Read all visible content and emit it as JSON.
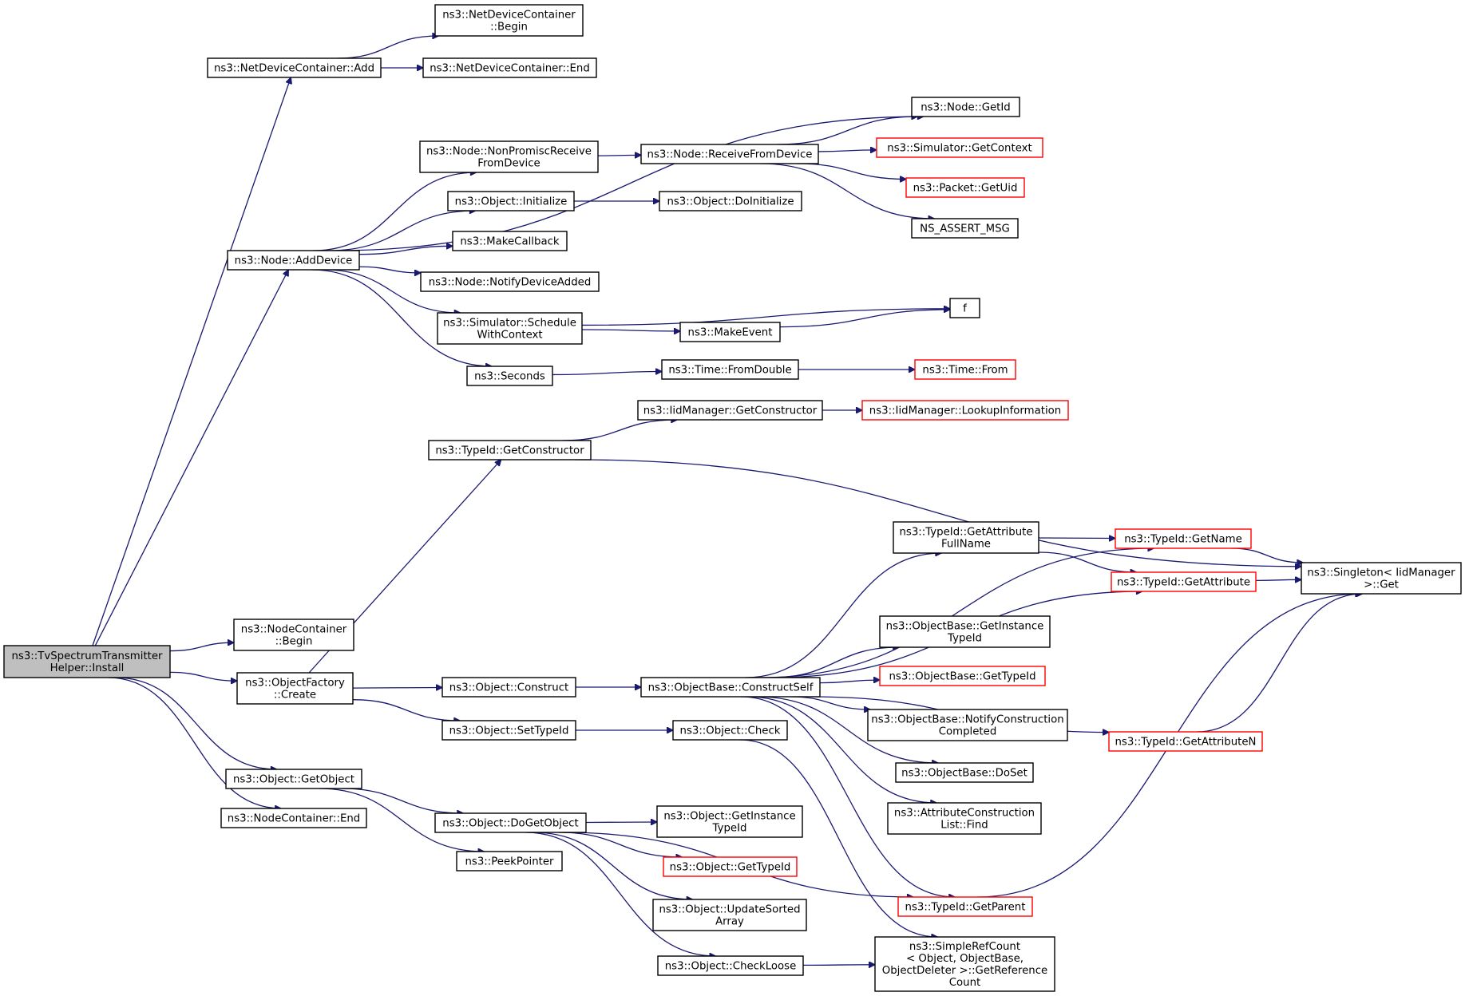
{
  "colors": {
    "edge": "#191970",
    "node_border": "#000000",
    "node_border_incomplete": "#ff0000",
    "root_fill": "#bfbfbf",
    "background": "#ffffff"
  },
  "nodes": {
    "root": {
      "lines": [
        "ns3::TvSpectrumTransmitter",
        "Helper::Install"
      ],
      "style": "root"
    },
    "ndcAdd": {
      "lines": [
        "ns3::NetDeviceContainer::Add"
      ]
    },
    "ndcBegin": {
      "lines": [
        "ns3::NetDeviceContainer",
        "::Begin"
      ]
    },
    "ndcEnd": {
      "lines": [
        "ns3::NetDeviceContainer::End"
      ]
    },
    "addDevice": {
      "lines": [
        "ns3::Node::AddDevice"
      ]
    },
    "nonPromisc": {
      "lines": [
        "ns3::Node::NonPromiscReceive",
        "FromDevice"
      ]
    },
    "receiveFrom": {
      "lines": [
        "ns3::Node::ReceiveFromDevice"
      ]
    },
    "getId": {
      "lines": [
        "ns3::Node::GetId"
      ]
    },
    "getContext": {
      "lines": [
        "ns3::Simulator::GetContext"
      ],
      "style": "red"
    },
    "getUid": {
      "lines": [
        "ns3::Packet::GetUid"
      ],
      "style": "red"
    },
    "assertMsg": {
      "lines": [
        "NS_ASSERT_MSG"
      ]
    },
    "initialize": {
      "lines": [
        "ns3::Object::Initialize"
      ]
    },
    "doInitialize": {
      "lines": [
        "ns3::Object::DoInitialize"
      ]
    },
    "makeCallback": {
      "lines": [
        "ns3::MakeCallback"
      ]
    },
    "notifyAdded": {
      "lines": [
        "ns3::Node::NotifyDeviceAdded"
      ]
    },
    "schedule": {
      "lines": [
        "ns3::Simulator::Schedule",
        "WithContext"
      ]
    },
    "f": {
      "lines": [
        "f"
      ]
    },
    "makeEvent": {
      "lines": [
        "ns3::MakeEvent"
      ]
    },
    "seconds": {
      "lines": [
        "ns3::Seconds"
      ]
    },
    "fromDouble": {
      "lines": [
        "ns3::Time::FromDouble"
      ]
    },
    "timeFrom": {
      "lines": [
        "ns3::Time::From"
      ],
      "style": "red"
    },
    "iidGetCons": {
      "lines": [
        "ns3::IidManager::GetConstructor"
      ]
    },
    "iidLookup": {
      "lines": [
        "ns3::IidManager::LookupInformation"
      ],
      "style": "red"
    },
    "tidGetCons": {
      "lines": [
        "ns3::TypeId::GetConstructor"
      ]
    },
    "getAttrFull": {
      "lines": [
        "ns3::TypeId::GetAttribute",
        "FullName"
      ]
    },
    "getName": {
      "lines": [
        "ns3::TypeId::GetName"
      ],
      "style": "red"
    },
    "getAttribute": {
      "lines": [
        "ns3::TypeId::GetAttribute"
      ],
      "style": "red"
    },
    "singleton": {
      "lines": [
        "ns3::Singleton< IidManager",
        ">::Get"
      ]
    },
    "ncBegin": {
      "lines": [
        "ns3::NodeContainer",
        "::Begin"
      ]
    },
    "objBaseInst": {
      "lines": [
        "ns3::ObjectBase::GetInstance",
        "TypeId"
      ]
    },
    "ofCreate": {
      "lines": [
        "ns3::ObjectFactory",
        "::Create"
      ]
    },
    "construct": {
      "lines": [
        "ns3::Object::Construct"
      ]
    },
    "constructSelf": {
      "lines": [
        "ns3::ObjectBase::ConstructSelf"
      ]
    },
    "objBaseTid": {
      "lines": [
        "ns3::ObjectBase::GetTypeId"
      ],
      "style": "red"
    },
    "setTypeId": {
      "lines": [
        "ns3::Object::SetTypeId"
      ]
    },
    "check": {
      "lines": [
        "ns3::Object::Check"
      ]
    },
    "notifyCons": {
      "lines": [
        "ns3::ObjectBase::NotifyConstruction",
        "Completed"
      ]
    },
    "getAttrN": {
      "lines": [
        "ns3::TypeId::GetAttributeN"
      ],
      "style": "red"
    },
    "getObject": {
      "lines": [
        "ns3::Object::GetObject"
      ]
    },
    "doSet": {
      "lines": [
        "ns3::ObjectBase::DoSet"
      ]
    },
    "attrFind": {
      "lines": [
        "ns3::AttributeConstruction",
        "List::Find"
      ]
    },
    "ncEnd": {
      "lines": [
        "ns3::NodeContainer::End"
      ]
    },
    "doGetObject": {
      "lines": [
        "ns3::Object::DoGetObject"
      ]
    },
    "objGetInst": {
      "lines": [
        "ns3::Object::GetInstance",
        "TypeId"
      ]
    },
    "peekPointer": {
      "lines": [
        "ns3::PeekPointer"
      ]
    },
    "objGetTid": {
      "lines": [
        "ns3::Object::GetTypeId"
      ],
      "style": "red"
    },
    "getParent": {
      "lines": [
        "ns3::TypeId::GetParent"
      ],
      "style": "red"
    },
    "updateSorted": {
      "lines": [
        "ns3::Object::UpdateSorted",
        "Array"
      ]
    },
    "checkLoose": {
      "lines": [
        "ns3::Object::CheckLoose"
      ]
    },
    "refCount": {
      "lines": [
        "ns3::SimpleRefCount",
        "< Object, ObjectBase,",
        "ObjectDeleter >::GetReference",
        "Count"
      ]
    }
  },
  "edges": [
    [
      "root",
      "ndcAdd"
    ],
    [
      "root",
      "addDevice"
    ],
    [
      "root",
      "ncBegin"
    ],
    [
      "root",
      "ofCreate"
    ],
    [
      "root",
      "getObject"
    ],
    [
      "root",
      "ncEnd"
    ],
    [
      "ndcAdd",
      "ndcBegin"
    ],
    [
      "ndcAdd",
      "ndcEnd"
    ],
    [
      "addDevice",
      "getId"
    ],
    [
      "addDevice",
      "nonPromisc"
    ],
    [
      "addDevice",
      "initialize"
    ],
    [
      "addDevice",
      "makeCallback"
    ],
    [
      "addDevice",
      "notifyAdded"
    ],
    [
      "addDevice",
      "schedule"
    ],
    [
      "addDevice",
      "seconds"
    ],
    [
      "nonPromisc",
      "receiveFrom"
    ],
    [
      "receiveFrom",
      "getId"
    ],
    [
      "receiveFrom",
      "getContext"
    ],
    [
      "receiveFrom",
      "getUid"
    ],
    [
      "receiveFrom",
      "assertMsg"
    ],
    [
      "initialize",
      "doInitialize"
    ],
    [
      "schedule",
      "f"
    ],
    [
      "schedule",
      "makeEvent"
    ],
    [
      "makeEvent",
      "f"
    ],
    [
      "seconds",
      "fromDouble"
    ],
    [
      "fromDouble",
      "timeFrom"
    ],
    [
      "ofCreate",
      "tidGetCons"
    ],
    [
      "ofCreate",
      "construct"
    ],
    [
      "ofCreate",
      "setTypeId"
    ],
    [
      "tidGetCons",
      "iidGetCons"
    ],
    [
      "tidGetCons",
      "singleton"
    ],
    [
      "iidGetCons",
      "iidLookup"
    ],
    [
      "construct",
      "constructSelf"
    ],
    [
      "constructSelf",
      "getName"
    ],
    [
      "constructSelf",
      "getAttrFull"
    ],
    [
      "constructSelf",
      "getAttribute"
    ],
    [
      "constructSelf",
      "objBaseInst"
    ],
    [
      "constructSelf",
      "objBaseTid"
    ],
    [
      "constructSelf",
      "notifyCons"
    ],
    [
      "constructSelf",
      "doSet"
    ],
    [
      "constructSelf",
      "attrFind"
    ],
    [
      "constructSelf",
      "getAttrN"
    ],
    [
      "constructSelf",
      "getParent"
    ],
    [
      "getAttrFull",
      "getName"
    ],
    [
      "getAttrFull",
      "getAttribute"
    ],
    [
      "getName",
      "singleton"
    ],
    [
      "getAttribute",
      "singleton"
    ],
    [
      "getAttrN",
      "singleton"
    ],
    [
      "getParent",
      "singleton"
    ],
    [
      "setTypeId",
      "check"
    ],
    [
      "check",
      "refCount"
    ],
    [
      "getObject",
      "doGetObject"
    ],
    [
      "getObject",
      "peekPointer"
    ],
    [
      "doGetObject",
      "objGetInst"
    ],
    [
      "doGetObject",
      "objGetTid"
    ],
    [
      "doGetObject",
      "getParent"
    ],
    [
      "doGetObject",
      "updateSorted"
    ],
    [
      "doGetObject",
      "checkLoose"
    ],
    [
      "checkLoose",
      "refCount"
    ]
  ]
}
